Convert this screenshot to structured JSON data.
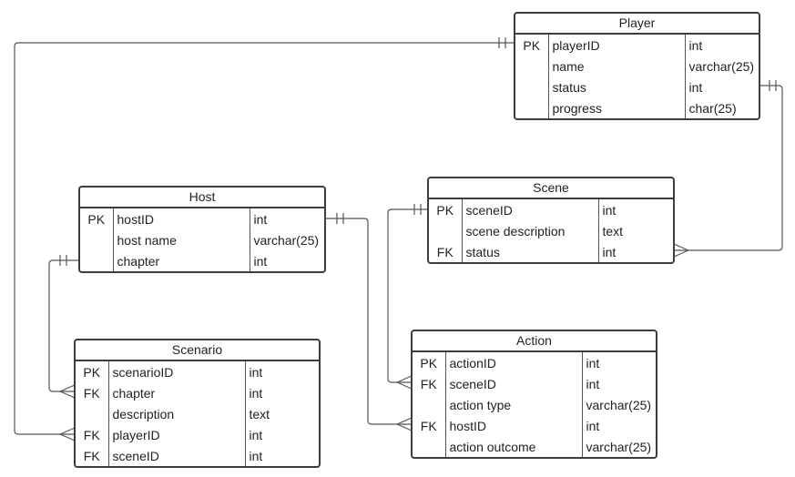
{
  "entities": {
    "player": {
      "title": "Player",
      "rows": [
        {
          "key": "PK",
          "name": "playerID",
          "type": "int"
        },
        {
          "key": "",
          "name": "name",
          "type": "varchar(25)"
        },
        {
          "key": "",
          "name": "status",
          "type": "int"
        },
        {
          "key": "",
          "name": "progress",
          "type": "char(25)"
        }
      ]
    },
    "host": {
      "title": "Host",
      "rows": [
        {
          "key": "PK",
          "name": "hostID",
          "type": "int"
        },
        {
          "key": "",
          "name": "host name",
          "type": "varchar(25)"
        },
        {
          "key": "",
          "name": "chapter",
          "type": "int"
        }
      ]
    },
    "scene": {
      "title": "Scene",
      "rows": [
        {
          "key": "PK",
          "name": "sceneID",
          "type": "int"
        },
        {
          "key": "",
          "name": "scene description",
          "type": "text"
        },
        {
          "key": "FK",
          "name": "status",
          "type": "int"
        }
      ]
    },
    "scenario": {
      "title": "Scenario",
      "rows": [
        {
          "key": "PK",
          "name": "scenarioID",
          "type": "int"
        },
        {
          "key": "FK",
          "name": "chapter",
          "type": "int"
        },
        {
          "key": "",
          "name": "description",
          "type": "text"
        },
        {
          "key": "FK",
          "name": "playerID",
          "type": "int"
        },
        {
          "key": "FK",
          "name": "sceneID",
          "type": "int"
        }
      ]
    },
    "action": {
      "title": "Action",
      "rows": [
        {
          "key": "PK",
          "name": "actionID",
          "type": "int"
        },
        {
          "key": "FK",
          "name": "sceneID",
          "type": "int"
        },
        {
          "key": "",
          "name": "action type",
          "type": "varchar(25)"
        },
        {
          "key": "FK",
          "name": "hostID",
          "type": "int"
        },
        {
          "key": "",
          "name": "action outcome",
          "type": "varchar(25)"
        }
      ]
    }
  },
  "line_color": "#555555"
}
